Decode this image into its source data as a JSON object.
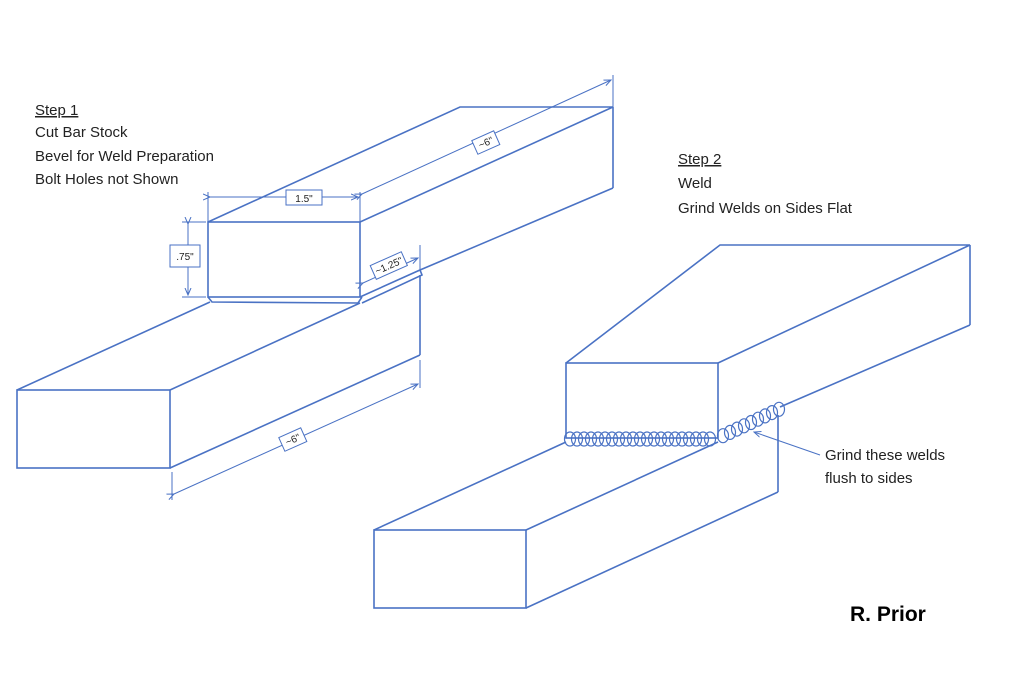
{
  "step1": {
    "title": "Step 1",
    "lines": [
      "Cut Bar Stock",
      "Bevel for Weld Preparation",
      "Bolt Holes not Shown"
    ]
  },
  "step2": {
    "title": "Step 2",
    "lines": [
      "Weld",
      "Grind Welds on Sides Flat"
    ]
  },
  "dimensions": {
    "top_length": "~6\"",
    "width": "1.5\"",
    "height": ".75\"",
    "overlap": "~1.25\"",
    "bottom_length": "~6\""
  },
  "callout": {
    "lines": [
      "Grind these welds",
      "flush to sides"
    ]
  },
  "author": "R.  Prior",
  "colors": {
    "line": "#4a72c4"
  }
}
